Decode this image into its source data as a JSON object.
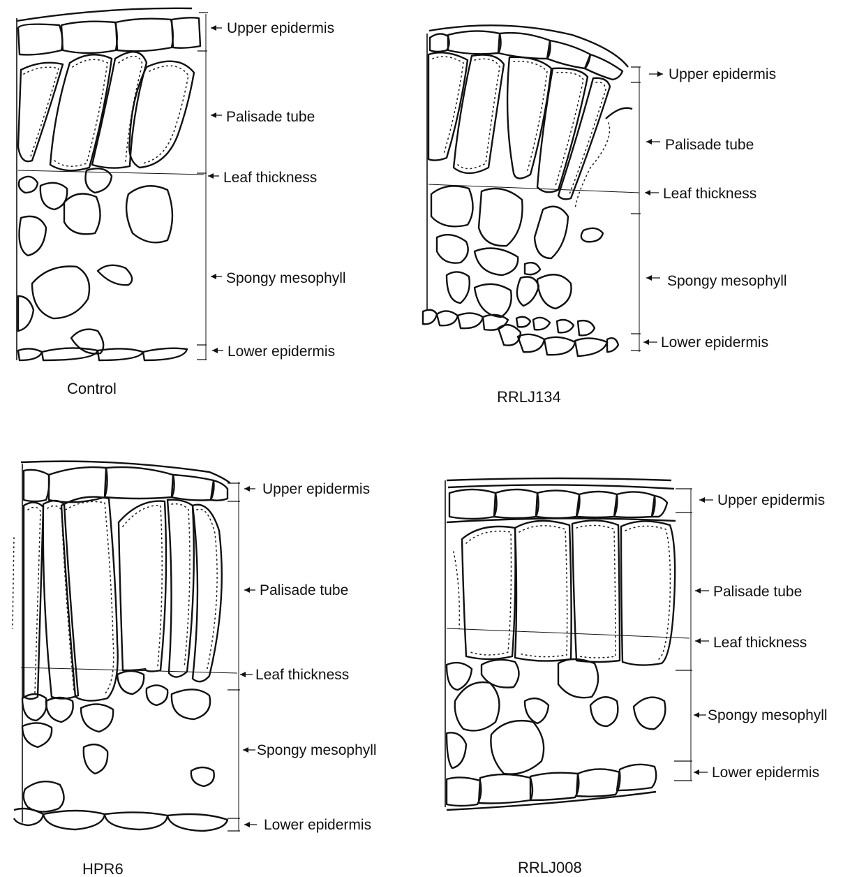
{
  "panels": [
    {
      "caption": "Control",
      "labels": {
        "upper": "Upper epidermis",
        "palisade": "Palisade tube",
        "thickness": "Leaf thickness",
        "spongy": "Spongy mesophyll",
        "lower": "Lower epidermis"
      }
    },
    {
      "caption": "RRLJ134",
      "labels": {
        "upper": "Upper epidermis",
        "palisade": "Palisade tube",
        "thickness": "Leaf thickness",
        "spongy": "Spongy mesophyll",
        "lower": "Lower epidermis"
      }
    },
    {
      "caption": "HPR6",
      "labels": {
        "upper": "Upper epidermis",
        "palisade": "Palisade tube",
        "thickness": "Leaf thickness",
        "spongy": "Spongy mesophyll",
        "lower": "Lower epidermis"
      }
    },
    {
      "caption": "RRLJ008",
      "labels": {
        "upper": "Upper epidermis",
        "palisade": "Palisade tube",
        "thickness": "Leaf thickness",
        "spongy": "Spongy mesophyll",
        "lower": "Lower epidermis"
      }
    }
  ]
}
